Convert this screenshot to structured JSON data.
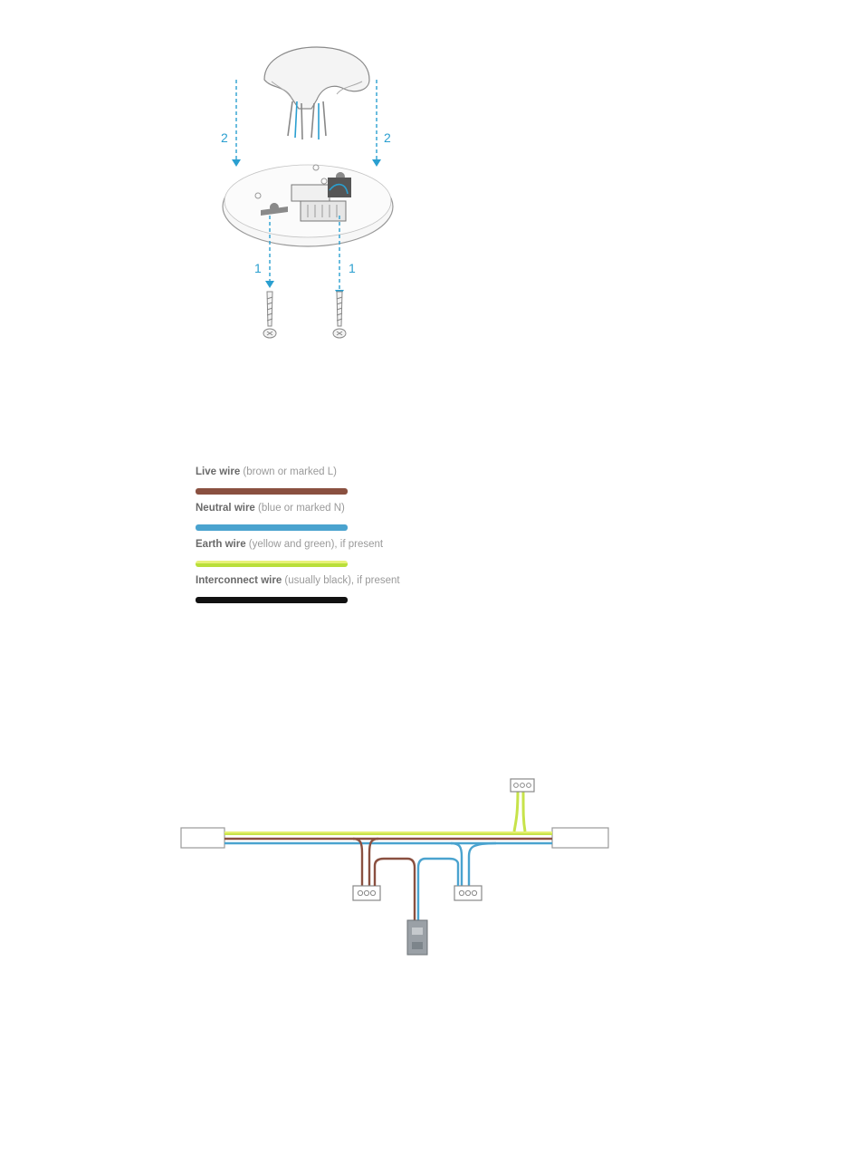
{
  "mounting": {
    "step_labels": [
      "2",
      "2",
      "1",
      "1"
    ]
  },
  "legend": {
    "items": [
      {
        "name": "Live wire",
        "desc": " (brown or marked L)",
        "color": "#8a5040"
      },
      {
        "name": "Neutral wire",
        "desc": " (blue or marked N)",
        "color": "#4aa3cf"
      },
      {
        "name": "Earth wire",
        "desc": " (yellow and green), if present",
        "color": "#b9df3a",
        "color2": "#e7f17a"
      },
      {
        "name": "Interconnect wire",
        "desc": " (usually black), if present",
        "color": "#111111"
      }
    ]
  },
  "colors": {
    "accent": "#2a9fd0",
    "live": "#8a5040",
    "neutral": "#4aa3cf",
    "earth": "#c7e34a",
    "outline": "#9a9a9a"
  }
}
